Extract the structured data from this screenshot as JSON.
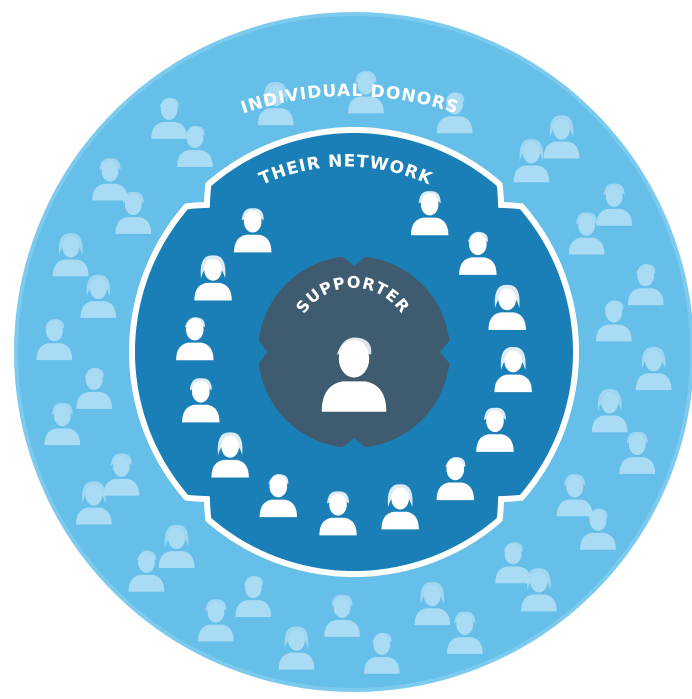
{
  "diagram": {
    "outer_label": "INDIVIDUAL DONORS",
    "middle_label": "THEIR NETWORK",
    "center_label": "SUPPORTER"
  },
  "colors": {
    "outer_ring": "#66bfe8",
    "outer_ring_edge": "#7ccaee",
    "middle_ring": "#1b7fb7",
    "middle_border": "#ffffff",
    "center": "#3e5b70",
    "outer_icon": "#a9dbf4",
    "middle_icon": "#ffffff",
    "middle_icon_dark": "#1b7fb7",
    "center_icon": "#ffffff",
    "label_text": "#ffffff"
  },
  "icons": {
    "outer_ring": "person-avatar-icon",
    "middle_ring": "person-avatar-icon",
    "center": "supporter-avatar-icon"
  }
}
